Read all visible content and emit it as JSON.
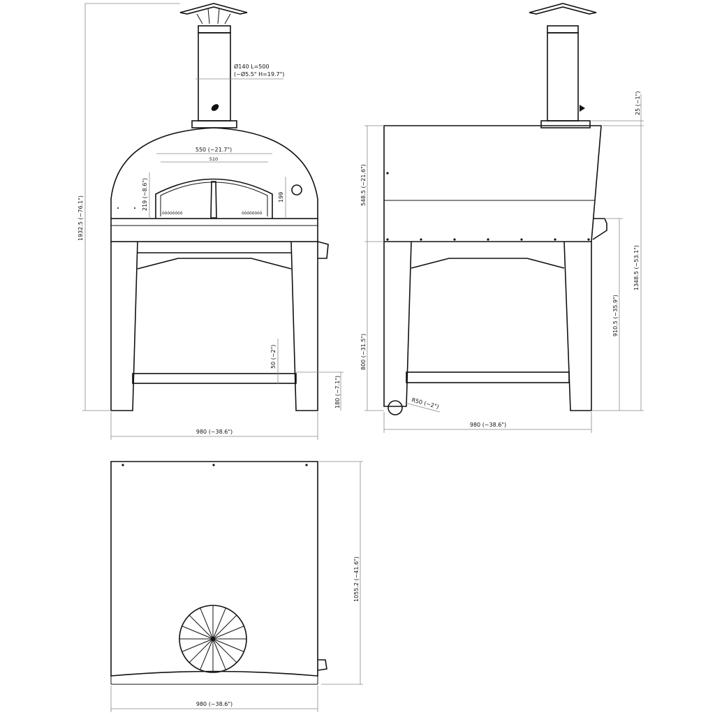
{
  "front_view": {
    "flue_dim_line1": "Ø140 L=500",
    "flue_dim_line2": "(~Ø5.5\" H=19.7\")",
    "outer_mouth_width": "550 (~21.7\")",
    "inner_mouth_width": "510",
    "mouth_height_outer": "219 (~8.6\")",
    "mouth_height_inner": "199",
    "total_height": "1932.5 (~76.1\")",
    "shelf_height": "50 (~2\")",
    "shelf_clearance": "180 (~7.1\")",
    "width": "980 (~38.6\")"
  },
  "side_view": {
    "flange_height": "25 (~1\")",
    "body_height": "548.5 (~21.6\")",
    "stand_height": "800 (~31.5\")",
    "handle_height": "910.5 (~35.9\")",
    "overall_height": "1348.5 (~53.1\")",
    "wheel_radius": "R50 (~2\")",
    "depth": "980 (~38.6\")"
  },
  "top_view": {
    "depth": "1055.2 (~41.6\")",
    "width": "980 (~38.6\")"
  },
  "colors": {
    "line": "#111111",
    "dimension": "#888888",
    "background": "#ffffff"
  }
}
